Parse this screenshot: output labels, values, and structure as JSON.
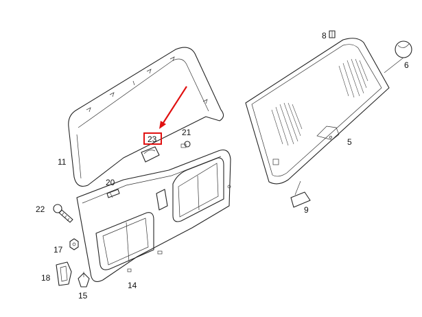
{
  "diagram": {
    "callouts": [
      {
        "id": "5",
        "text": "5"
      },
      {
        "id": "6",
        "text": "6"
      },
      {
        "id": "8",
        "text": "8"
      },
      {
        "id": "9",
        "text": "9"
      },
      {
        "id": "11",
        "text": "11"
      },
      {
        "id": "14",
        "text": "14"
      },
      {
        "id": "15",
        "text": "15"
      },
      {
        "id": "17",
        "text": "17"
      },
      {
        "id": "18",
        "text": "18"
      },
      {
        "id": "20",
        "text": "20"
      },
      {
        "id": "21",
        "text": "21"
      },
      {
        "id": "22",
        "text": "22"
      },
      {
        "id": "23",
        "text": "23",
        "highlighted": true
      }
    ],
    "highlight_color": "#e01010",
    "line_color": "#222222"
  }
}
